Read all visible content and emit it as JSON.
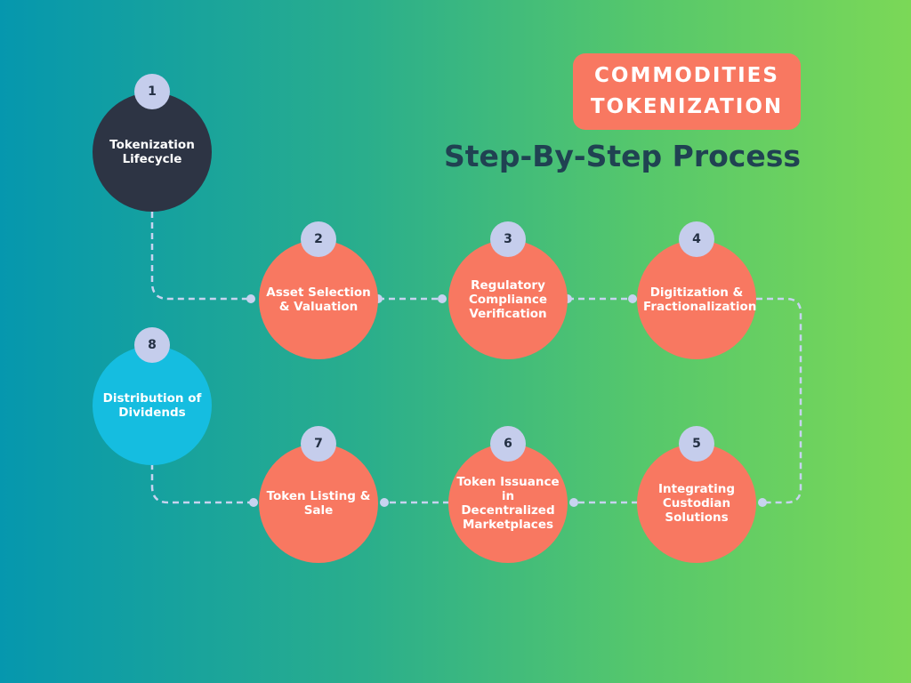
{
  "header": {
    "badge_line1": "COMMODITIES",
    "badge_line2": "TOKENIZATION",
    "subtitle": "Step-By-Step Process"
  },
  "colors": {
    "start": "#2d3444",
    "step": "#f87861",
    "end": "#15bde0",
    "number_bubble": "#c5cdec",
    "connector": "#c7d3f0",
    "subtitle": "#204252"
  },
  "steps": [
    {
      "number": "1",
      "label": "Tokenization Lifecycle",
      "kind": "start"
    },
    {
      "number": "2",
      "label": "Asset Selection & Valuation",
      "kind": "step"
    },
    {
      "number": "3",
      "label": "Regulatory Compliance Verification",
      "kind": "step"
    },
    {
      "number": "4",
      "label": "Digitization & Fractionalization",
      "kind": "step"
    },
    {
      "number": "5",
      "label": "Integrating Custodian Solutions",
      "kind": "step"
    },
    {
      "number": "6",
      "label": "Token Issuance in Decentralized Marketplaces",
      "kind": "step"
    },
    {
      "number": "7",
      "label": "Token Listing & Sale",
      "kind": "step"
    },
    {
      "number": "8",
      "label": "Distribution of Dividends",
      "kind": "end"
    }
  ]
}
